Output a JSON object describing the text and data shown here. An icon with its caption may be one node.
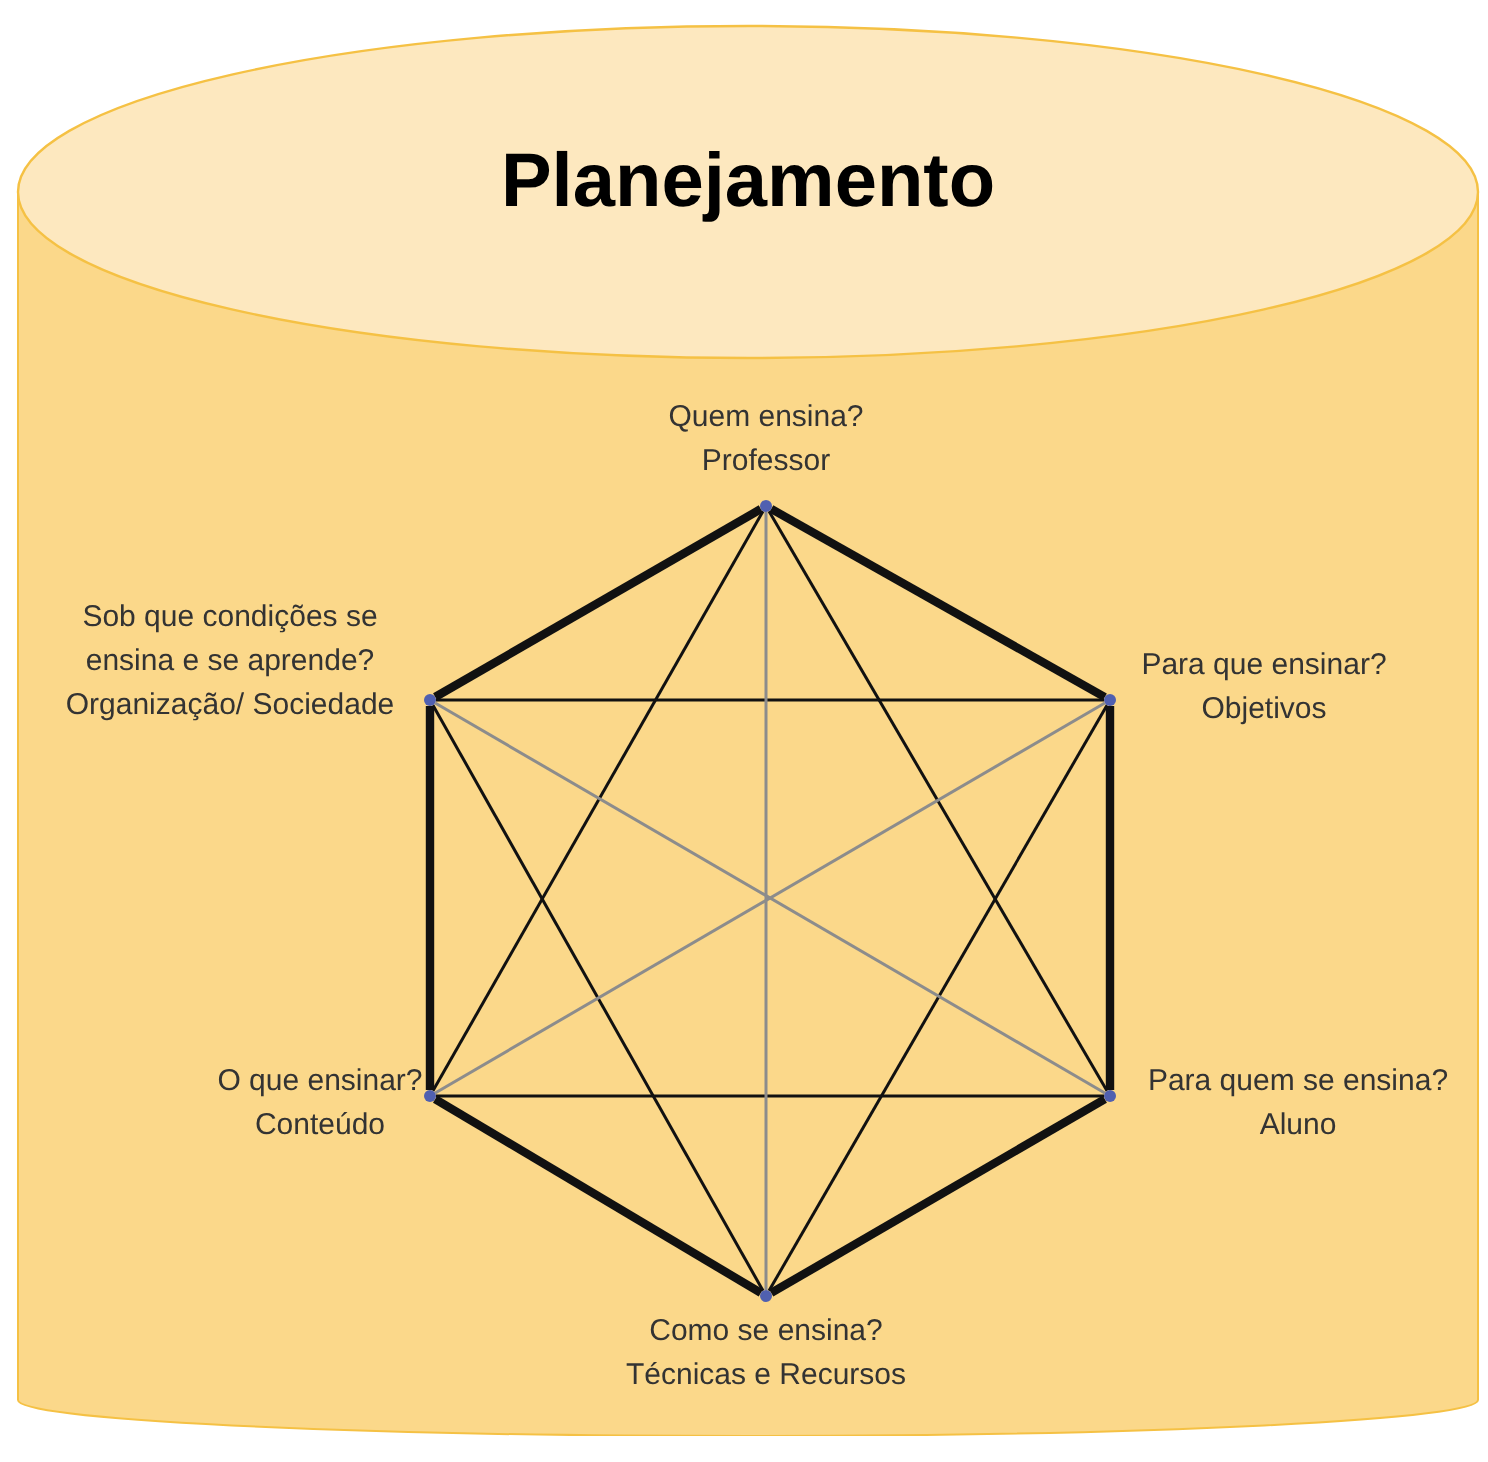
{
  "diagram": {
    "nodes": [
      {
        "text": [
          "Planejamento"
        ]
      },
      {
        "text": [],
        "shape": "circle",
        "in": 0,
        "beside": [
          "Quem ensina?",
          "Professor"
        ]
      },
      {
        "text": [],
        "shape": "circle",
        "in": 0,
        "beside": [
          "Sob que condições se ensina e se aprende?Organização/ Sociedade"
        ]
      },
      {
        "text": [],
        "shape": "circle",
        "in": 0,
        "beside": [
          "Para que ensinar?",
          "Objetivos"
        ]
      },
      {
        "text": [],
        "shape": "circle",
        "in": 0,
        "beside": [
          "O que ensinar?",
          "Conteúdo"
        ]
      },
      {
        "text": [],
        "shape": "circle",
        "in": 0,
        "beside": [
          "Para quem se ensina?",
          "Aluno"
        ]
      },
      {
        "text": [],
        "shape": "circle",
        "in": 0,
        "beside": [
          "Como se ensina?",
          "Técnicas e Recursos"
        ]
      }
    ],
    "edges": [
      {
        "from": 1,
        "to": 2,
        "arrow": "none",
        "style": "thick"
      },
      {
        "from": 1,
        "to": 3,
        "arrow": "none",
        "style": "thick"
      },
      {
        "from": 2,
        "to": 4,
        "arrow": "none",
        "style": "thick"
      },
      {
        "from": 3,
        "to": 5,
        "arrow": "none",
        "style": "thick"
      },
      {
        "from": 4,
        "to": 6,
        "arrow": "none",
        "style": "thick"
      },
      {
        "from": 5,
        "to": 6,
        "arrow": "none",
        "style": "thick"
      },
      {
        "from": 2,
        "to": 3,
        "arrow": "none"
      },
      {
        "from": 4,
        "to": 5,
        "arrow": "none"
      },
      {
        "from": 1,
        "to": 4,
        "arrow": "none"
      },
      {
        "from": 1,
        "to": 5,
        "arrow": "none"
      },
      {
        "from": 2,
        "to": 6,
        "arrow": "none"
      },
      {
        "from": 3,
        "to": 6,
        "arrow": "none"
      },
      {
        "from": 1,
        "to": 6,
        "arrow": "none",
        "color": "#8c8c8c"
      },
      {
        "from": 2,
        "to": 5,
        "arrow": "none",
        "color": "#8c8c8c"
      },
      {
        "from": 3,
        "to": 4,
        "arrow": "none",
        "color": "#8c8c8c"
      }
    ]
  }
}
